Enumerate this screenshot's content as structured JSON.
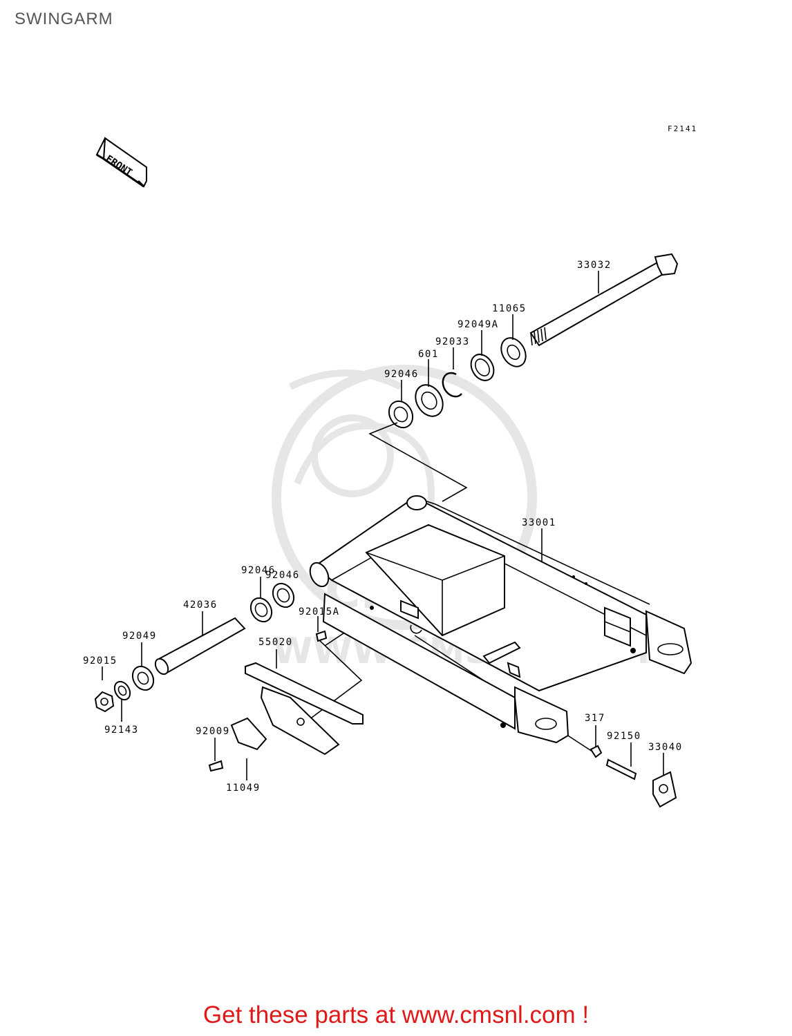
{
  "title": "SWINGARM",
  "ref_code": "F2141",
  "front_label": "FRONT",
  "watermark": "WWW.CMSNL.COM",
  "parts": [
    {
      "id": "33032",
      "label": "33032"
    },
    {
      "id": "11065",
      "label": "11065"
    },
    {
      "id": "92049A",
      "label": "92049A"
    },
    {
      "id": "92033",
      "label": "92033"
    },
    {
      "id": "601",
      "label": "601"
    },
    {
      "id": "92046-top",
      "label": "92046"
    },
    {
      "id": "33001",
      "label": "33001"
    },
    {
      "id": "92046-a",
      "label": "92046"
    },
    {
      "id": "92046-b",
      "label": "92046"
    },
    {
      "id": "42036",
      "label": "42036"
    },
    {
      "id": "92015A",
      "label": "92015A"
    },
    {
      "id": "92049",
      "label": "92049"
    },
    {
      "id": "55020",
      "label": "55020"
    },
    {
      "id": "92015",
      "label": "92015"
    },
    {
      "id": "92143",
      "label": "92143"
    },
    {
      "id": "92009",
      "label": "92009"
    },
    {
      "id": "11049",
      "label": "11049"
    },
    {
      "id": "317",
      "label": "317"
    },
    {
      "id": "92150",
      "label": "92150"
    },
    {
      "id": "33040",
      "label": "33040"
    }
  ],
  "footer": "Get these parts at www.cmsnl.com !"
}
